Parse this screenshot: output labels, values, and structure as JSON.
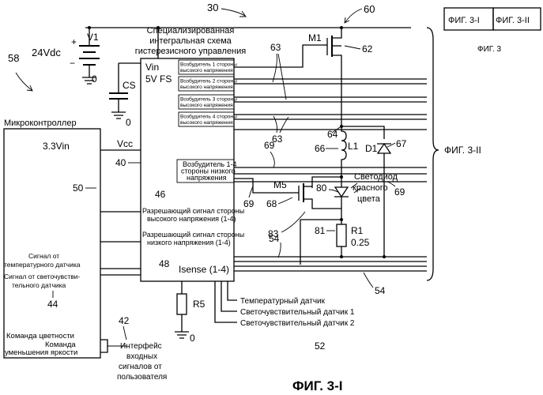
{
  "figure": {
    "title": "ФИГ. 3-I",
    "key_cell_a": "ФИГ. 3-I",
    "key_cell_b": "ФИГ. 3-II",
    "key_caption": "ФИГ. 3",
    "brace_label": "ФИГ. 3-II"
  },
  "refs": {
    "r30": "30",
    "r60": "60",
    "r58": "58",
    "r62": "62",
    "r63a": "63",
    "r63b": "63",
    "r64": "64",
    "r66": "66",
    "r67": "67",
    "r69a": "69",
    "r69b": "69",
    "r69c": "69",
    "r68": "68",
    "r80": "80",
    "r81": "81",
    "r83": "83",
    "r54a": "54",
    "r54b": "54",
    "r46": "46",
    "r48": "48",
    "r40": "40",
    "r50": "50",
    "r44": "44",
    "r42": "42",
    "r52": "52"
  },
  "power": {
    "v1": "V1",
    "voltage": "24Vdc",
    "plus": "+",
    "minus": "−",
    "gnd1": "0"
  },
  "cap": {
    "name": "CS",
    "gnd": "0"
  },
  "ic": {
    "title_line1": "Специализированная",
    "title_line2": "интегральная схема",
    "title_line3": "гистерезисного управления",
    "vin": "Vin",
    "fs": "5V FS",
    "isense": "Isense (1-4)",
    "hs_drivers": [
      [
        "Возбудитель 1 стороны",
        "высокого напряжения"
      ],
      [
        "Возбудитель 2 стороны",
        "высокого напряжения"
      ],
      [
        "Возбудитель 3 стороны",
        "высокого напряжения"
      ],
      [
        "Возбудитель 4 стороны",
        "высокого напряжения"
      ]
    ],
    "ls_driver_line1": "Возбудитель 1-4",
    "ls_driver_line2": "стороны низкого",
    "ls_driver_line3": "напряжения",
    "hs_enable_line1": "Разрешающий сигнал стороны",
    "hs_enable_line2": "высокого напряжения (1-4)",
    "ls_enable_line1": "Разрешающий сигнал стороны",
    "ls_enable_line2": "низкого напряжения (1-4)"
  },
  "components": {
    "m1": "M1",
    "m5": "M5",
    "l1": "L1",
    "d1": "D1",
    "led_line1": "Светодиод",
    "led_line2": "красного",
    "led_line3": "цвета",
    "r1": "R1",
    "r1_value": "0.25",
    "r5": "R5",
    "r5_gnd": "0"
  },
  "mcu": {
    "title": "Микроконтроллер",
    "pin_33": "3.3Vin",
    "vcc": "Vcc",
    "temp_signal_line1": "Сигнал от",
    "temp_signal_line2": "температурного датчика",
    "light_signal_line1": "Сигнал от светочувстви-",
    "light_signal_line2": "тельного  датчика",
    "color_cmd": "Команда цветности",
    "dim_cmd_line1": "Команда",
    "dim_cmd_line2": "уменьшения яркости"
  },
  "user_if": {
    "line1": "Интерфейс",
    "line2": "входных",
    "line3": "сигналов от",
    "line4": "пользователя"
  },
  "sensors": {
    "temp": "Температурный датчик",
    "light1": "Светочувствительный датчик 1",
    "light2": "Светочувствительный датчик 2"
  }
}
